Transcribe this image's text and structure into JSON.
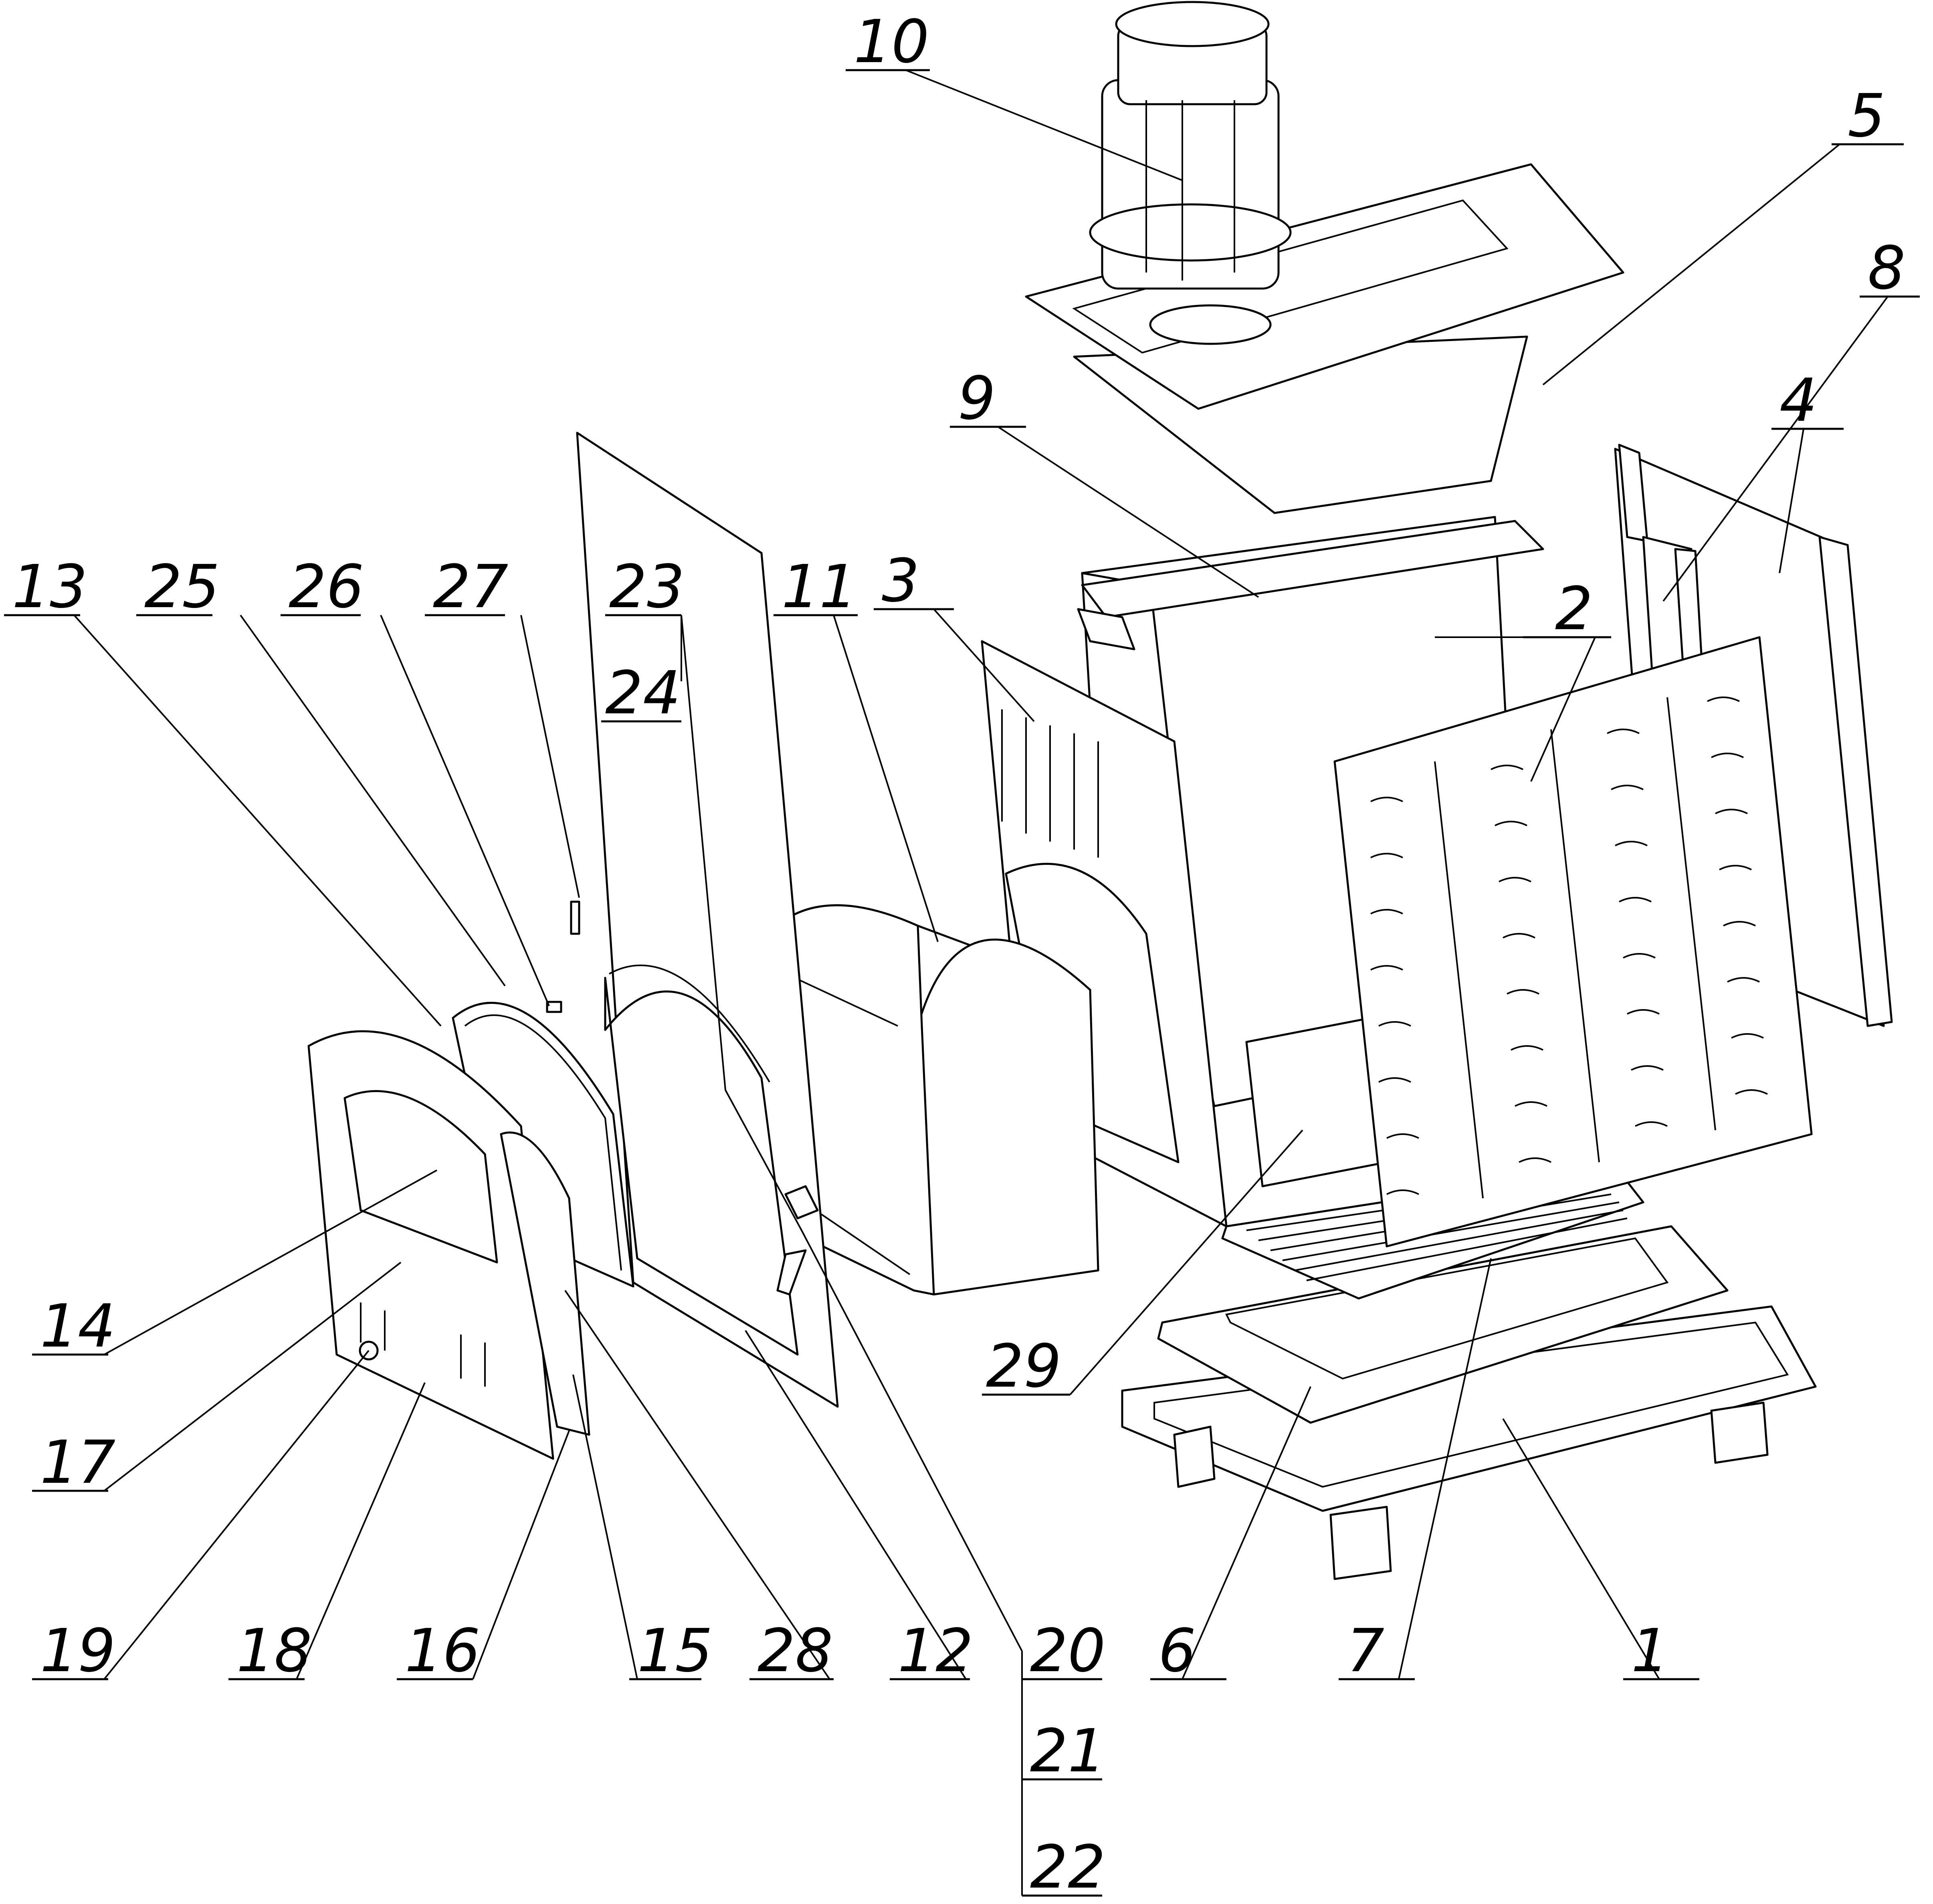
{
  "drawing": {
    "type": "exploded assembly drawing",
    "callouts": [
      {
        "id": "c1",
        "label": "1"
      },
      {
        "id": "c2",
        "label": "2"
      },
      {
        "id": "c3",
        "label": "3"
      },
      {
        "id": "c4",
        "label": "4"
      },
      {
        "id": "c5",
        "label": "5"
      },
      {
        "id": "c6",
        "label": "6"
      },
      {
        "id": "c7",
        "label": "7"
      },
      {
        "id": "c8",
        "label": "8"
      },
      {
        "id": "c9",
        "label": "9"
      },
      {
        "id": "c10",
        "label": "10"
      },
      {
        "id": "c11",
        "label": "11"
      },
      {
        "id": "c12",
        "label": "12"
      },
      {
        "id": "c13",
        "label": "13"
      },
      {
        "id": "c14",
        "label": "14"
      },
      {
        "id": "c15",
        "label": "15"
      },
      {
        "id": "c16",
        "label": "16"
      },
      {
        "id": "c17",
        "label": "17"
      },
      {
        "id": "c18",
        "label": "18"
      },
      {
        "id": "c19",
        "label": "19"
      },
      {
        "id": "c20",
        "label": "20"
      },
      {
        "id": "c21",
        "label": "21"
      },
      {
        "id": "c22",
        "label": "22"
      },
      {
        "id": "c23",
        "label": "23"
      },
      {
        "id": "c24",
        "label": "24"
      },
      {
        "id": "c25",
        "label": "25"
      },
      {
        "id": "c26",
        "label": "26"
      },
      {
        "id": "c27",
        "label": "27"
      },
      {
        "id": "c28",
        "label": "28"
      },
      {
        "id": "c29",
        "label": "29"
      }
    ]
  }
}
